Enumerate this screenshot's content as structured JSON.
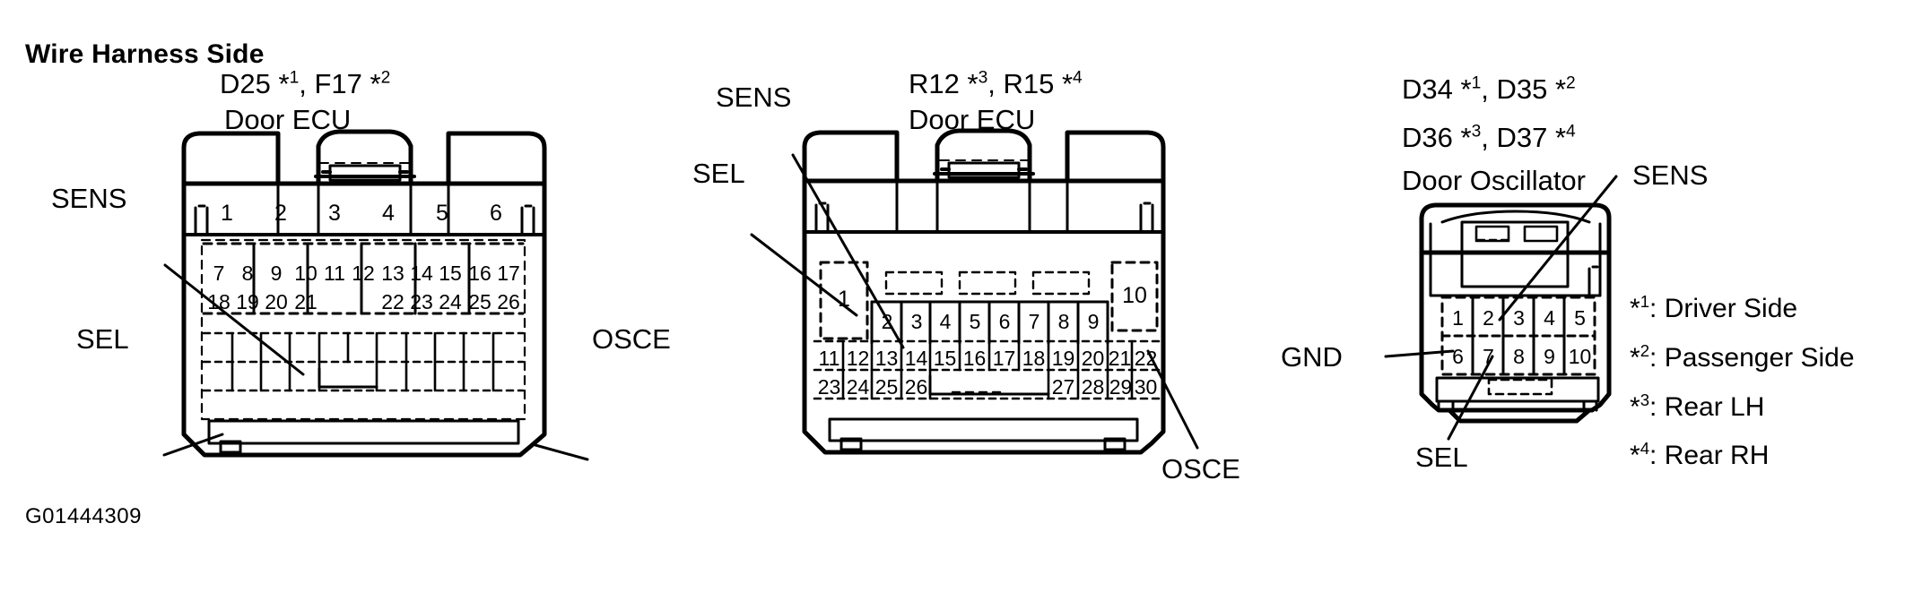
{
  "title": "Wire Harness Side",
  "figure_code": "G01444309",
  "connectors": [
    {
      "id": "connector-left",
      "codes": "D25 *1, F17 *2",
      "code_parts": [
        {
          "name": "D25",
          "note": "1"
        },
        {
          "name": "F17",
          "note": "2"
        }
      ],
      "component": "Door ECU",
      "callouts": [
        {
          "label": "SENS",
          "position": "left"
        },
        {
          "label": "SEL",
          "position": "bottom-left"
        },
        {
          "label": "OSCE",
          "position": "bottom-right"
        }
      ],
      "rows": [
        {
          "pins": [
            "1",
            "2",
            "3",
            "4",
            "5",
            "6"
          ]
        },
        {
          "pins": [
            "7",
            "8",
            "9",
            "10",
            "11",
            "12",
            "13",
            "14",
            "15",
            "16",
            "17"
          ]
        },
        {
          "pins": [
            "18",
            "19",
            "20",
            "21",
            "",
            "",
            "22",
            "23",
            "24",
            "25",
            "26"
          ]
        }
      ]
    },
    {
      "id": "connector-center",
      "codes": "R12 *3, R15 *4",
      "code_parts": [
        {
          "name": "R12",
          "note": "3"
        },
        {
          "name": "R15",
          "note": "4"
        }
      ],
      "component": "Door ECU",
      "callouts": [
        {
          "label": "SENS",
          "position": "top-left"
        },
        {
          "label": "SEL",
          "position": "left"
        },
        {
          "label": "OSCE",
          "position": "bottom-right"
        }
      ],
      "rows": [
        {
          "pins": [
            "1",
            "",
            "",
            "",
            "",
            "",
            "",
            "",
            "",
            "10"
          ]
        },
        {
          "pins": [
            "2",
            "3",
            "4",
            "5",
            "6",
            "7",
            "8",
            "9"
          ]
        },
        {
          "pins": [
            "11",
            "12",
            "13",
            "14",
            "15",
            "16",
            "17",
            "18",
            "19",
            "20",
            "21",
            "22"
          ]
        },
        {
          "pins": [
            "23",
            "24",
            "25",
            "26",
            "",
            "",
            "",
            "27",
            "28",
            "29",
            "30"
          ]
        }
      ]
    },
    {
      "id": "connector-right",
      "codes_line1": "D34 *1, D35 *2",
      "codes_line2": "D36 *3, D37 *4",
      "code_parts": [
        {
          "name": "D34",
          "note": "1"
        },
        {
          "name": "D35",
          "note": "2"
        },
        {
          "name": "D36",
          "note": "3"
        },
        {
          "name": "D37",
          "note": "4"
        }
      ],
      "component": "Door Oscillator",
      "callouts": [
        {
          "label": "SENS",
          "position": "right"
        },
        {
          "label": "GND",
          "position": "left"
        },
        {
          "label": "SEL",
          "position": "bottom"
        }
      ],
      "rows": [
        {
          "pins": [
            "1",
            "2",
            "3",
            "4",
            "5"
          ]
        },
        {
          "pins": [
            "6",
            "7",
            "8",
            "9",
            "10"
          ]
        }
      ]
    }
  ],
  "legend": [
    {
      "note": "1",
      "text": ": Driver Side"
    },
    {
      "note": "2",
      "text": ": Passenger Side"
    },
    {
      "note": "3",
      "text": ": Rear LH"
    },
    {
      "note": "4",
      "text": ": Rear RH"
    }
  ],
  "colors": {
    "ink": "#000000",
    "paper": "#ffffff"
  }
}
